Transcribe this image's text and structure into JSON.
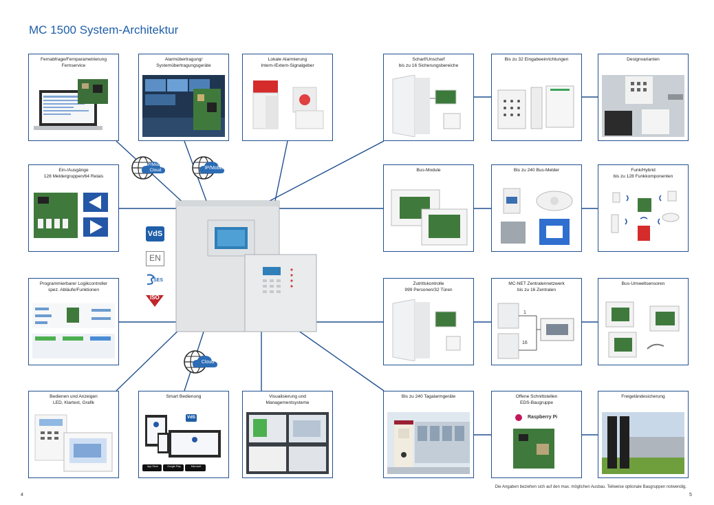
{
  "title": "MC 1500 System-Architektur",
  "boxes": {
    "fernabfrage": "Fernabfrage/Fernparametrierung\nFernservice",
    "alarmuebertragung": "Alarmübertragung/\nSystemübertragungsgeräte",
    "lokale": "Lokale Alarmierung\nIntern-/Extern-Signalgeber",
    "scharf": "Scharf/Unscharf\nbis zu 16 Sicherungsbereiche",
    "eingabe": "Bis zu 32 Eingabeeinrichtungen",
    "design": "Designvarianten",
    "einaus": "Ein-/Ausgänge\n128 Meldergruppen/64 Relais",
    "bus": "Bus-Module",
    "busmelder": "Bis zu 240 Bus-Melder",
    "funk": "Funk/Hybrid\nbis zu 128 Funkkomponenten",
    "logik": "Programmierbarer Logikcontroller\nspez. Abläufe/Funktionen",
    "zutritt": "Zutrittskontrolle\n999 Personen/32 Türen",
    "mcnet": "MC-NET Zentralennetzwerk\nbis zu 16 Zentralen",
    "umwelt": "Bus-Umweltsensoren",
    "bedienen": "Bedienen und Anzeigen\nLED, Klartext, Grafik",
    "smart": "Smart Bedienung",
    "visual": "Visualisierung und\nManagementsysteme",
    "tagalarm": "Bis zu 240 Tagalarmgeräte",
    "offene": "Offene Schnittstellen\nEDS-Baugruppe",
    "freigelaende": "Freigeländesicherung"
  },
  "clouds": {
    "c1": "IP/Mobile\nCloud",
    "c2": "IP/Mobile",
    "c3": "Cloud"
  },
  "logos": {
    "vds": "VdS",
    "en": "EN",
    "ses": "SES",
    "iso": "ISO"
  },
  "mcnet_labels": {
    "one": "1",
    "sixteen": "16"
  },
  "raspberry": "Raspberry Pi",
  "apps": {
    "appstore": "App Store",
    "googleplay": "Google Play",
    "microsoft": "Microsoft"
  },
  "smart_vds": "VdS",
  "footer": "Die Angaben beziehen sich auf den max. möglichen Ausbau. Teilweise optionale Baugruppen notwendig.",
  "page_left": "4",
  "page_right": "5",
  "colors": {
    "frame": "#1f4f8f",
    "title": "#1f5ea8",
    "cloud": "#2b6cb5",
    "arrow": "#2457a6"
  }
}
